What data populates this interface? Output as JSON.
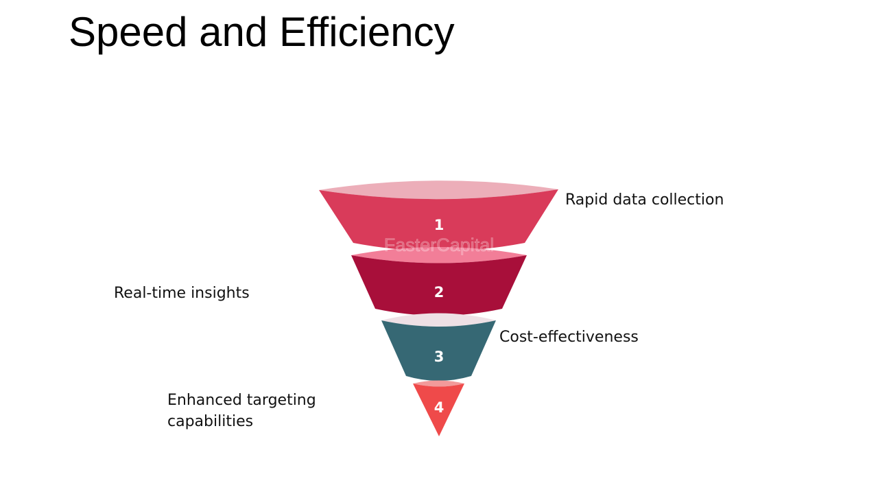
{
  "slide": {
    "title": "Speed and Efficiency"
  },
  "watermark": "FasterCapital",
  "funnel": {
    "stages": [
      {
        "number": "1",
        "label": "Rapid data collection",
        "color": "#d93b5a",
        "top_color": "#ecaeb9"
      },
      {
        "number": "2",
        "label": "Real-time insights",
        "color": "#a80f3a",
        "top_color": "#f27e98"
      },
      {
        "number": "3",
        "label": "Cost-effectiveness",
        "color": "#366874",
        "top_color": "#eee0e5"
      },
      {
        "number": "4",
        "label": "Enhanced targeting capabilities",
        "color": "#ef4a4a",
        "top_color": "#f29a9a"
      }
    ]
  }
}
